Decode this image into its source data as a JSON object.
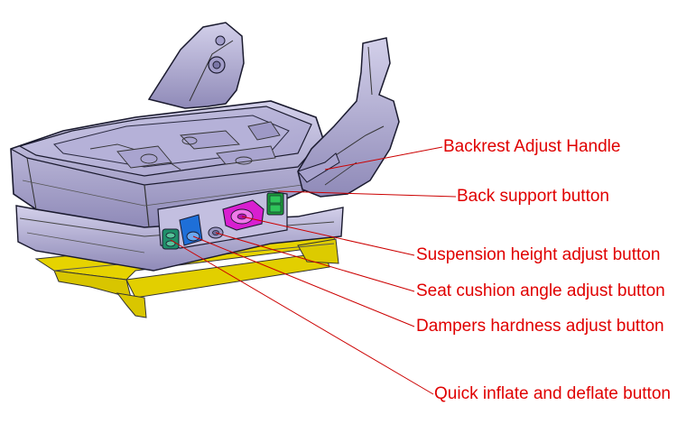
{
  "colors": {
    "callout_text": "#e00000",
    "leader_line": "#cc0000",
    "seat_shell": "#b9b5d6",
    "seat_outline": "#1a1a2e",
    "rail": "#e8d400",
    "suspension_button": "#d81fd0",
    "damper_button": "#1e6fd8",
    "back_support_button": "#1b9a3a",
    "quick_inflate_button": "#1f8f6a"
  },
  "callouts": [
    {
      "id": "backrest-adjust-handle",
      "label": "Backrest Adjust Handle"
    },
    {
      "id": "back-support-button",
      "label": "Back support button"
    },
    {
      "id": "suspension-height-adjust-button",
      "label": "Suspension height adjust button"
    },
    {
      "id": "seat-cushion-angle-adjust-button",
      "label": "Seat cushion angle adjust button"
    },
    {
      "id": "dampers-hardness-adjust-button",
      "label": "Dampers hardness adjust button"
    },
    {
      "id": "quick-inflate-deflate-button",
      "label": "Quick inflate and deflate button"
    }
  ]
}
